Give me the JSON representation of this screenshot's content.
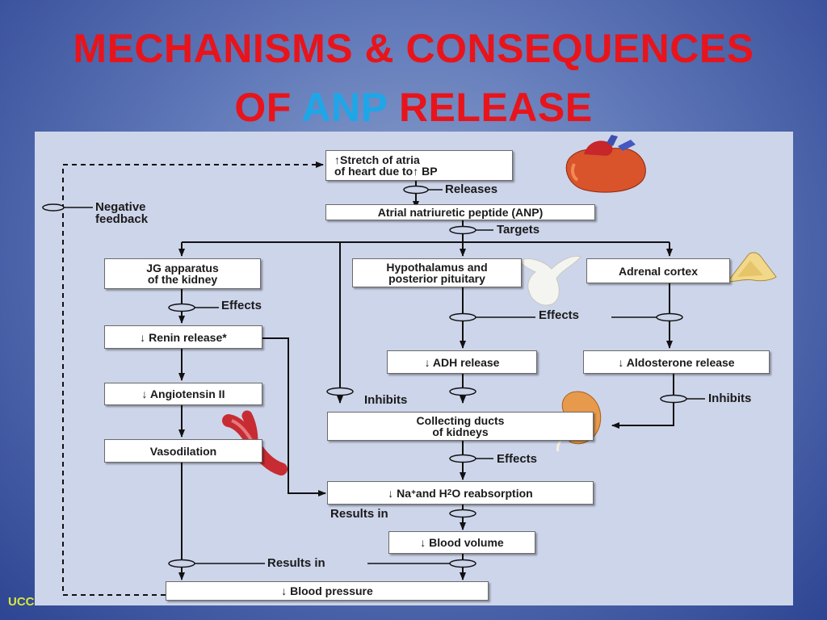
{
  "title": {
    "line1": "MECHANISMS & CONSEQUENCES",
    "line2_prefix": "OF ",
    "line2_highlight": "ANP",
    "line2_suffix": " RELEASE"
  },
  "colors": {
    "title_red": "#e8141b",
    "title_blue": "#1da7e8",
    "panel_bg": "#cdd5ea",
    "footer_yellow": "#d9e83a"
  },
  "boxes": {
    "stretch": "↑Stretch of atria\nof heart due to↑ BP",
    "anp": "Atrial natriuretic peptide (ANP)",
    "jg": "JG apparatus\nof the kidney",
    "hypothalamus": "Hypothalamus and\nposterior pituitary",
    "adrenal": "Adrenal cortex",
    "renin": "↓ Renin release*",
    "angiotensin": "↓ Angiotensin II",
    "vasodilation": "Vasodilation",
    "adh": "↓ ADH release",
    "aldosterone": "↓ Aldosterone release",
    "collecting": "Collecting ducts\nof kidneys",
    "reabsorption_pre": "↓ Na",
    "reabsorption_sup": "+",
    "reabsorption_mid": " and H",
    "reabsorption_sub": "2",
    "reabsorption_post": "O reabsorption",
    "blood_volume": "↓ Blood volume",
    "blood_pressure": "↓ Blood pressure"
  },
  "labels": {
    "negative_feedback": "Negative\nfeedback",
    "releases": "Releases",
    "targets": "Targets",
    "effects_jg": "Effects",
    "effects_mid": "Effects",
    "effects_collecting": "Effects",
    "inhibits_left": "Inhibits",
    "inhibits_right": "Inhibits",
    "results_in_volume": "Results in",
    "results_in_pressure": "Results in"
  },
  "illustrations": [
    "heart-icon",
    "pituitary-icon",
    "adrenal-gland-icon",
    "kidney-icon",
    "blood-vessel-icon"
  ],
  "footer": "UCC"
}
